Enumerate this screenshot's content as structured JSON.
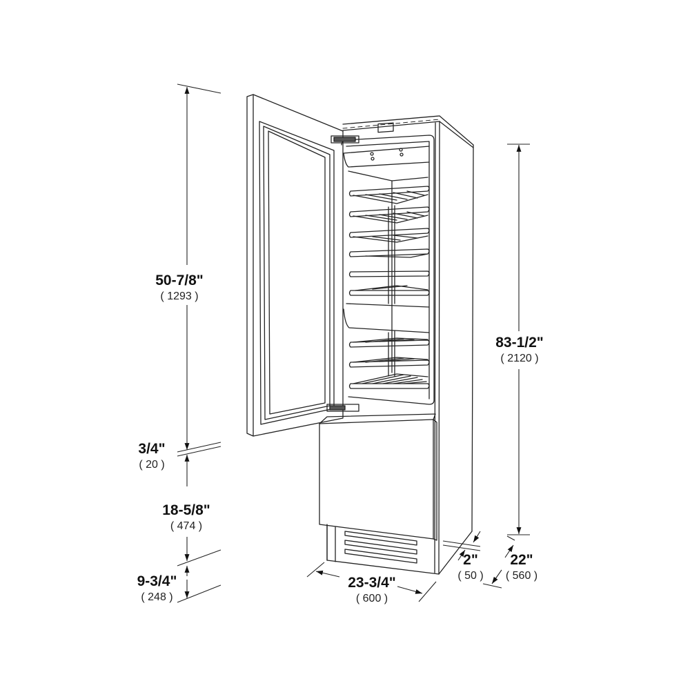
{
  "diagram": {
    "subject": "Built-in column wine cooler with open glass door, wine racks and bottom drawer",
    "line_color": "#222222",
    "background": "#ffffff"
  },
  "dimensions": {
    "door_height": {
      "imperial": "50-7/8\"",
      "metric": "( 1293 )"
    },
    "door_gap": {
      "imperial": "3/4\"",
      "metric": "( 20 )"
    },
    "drawer_height": {
      "imperial": "18-5/8\"",
      "metric": "( 474 )"
    },
    "base_height": {
      "imperial": "9-3/4\"",
      "metric": "( 248 )"
    },
    "total_height": {
      "imperial": "83-1/2\"",
      "metric": "( 2120 )"
    },
    "width": {
      "imperial": "23-3/4\"",
      "metric": "( 600 )"
    },
    "panel_depth": {
      "imperial": "2\"",
      "metric": "( 50 )"
    },
    "depth": {
      "imperial": "22\"",
      "metric": "( 560 )"
    }
  },
  "components": {
    "door": "glass-door",
    "control_panel": "display-and-buttons",
    "wine_racks_upper": 6,
    "wine_racks_lower": 3,
    "drawer": "bottom-drawer",
    "grille": {
      "slots": 3
    }
  }
}
